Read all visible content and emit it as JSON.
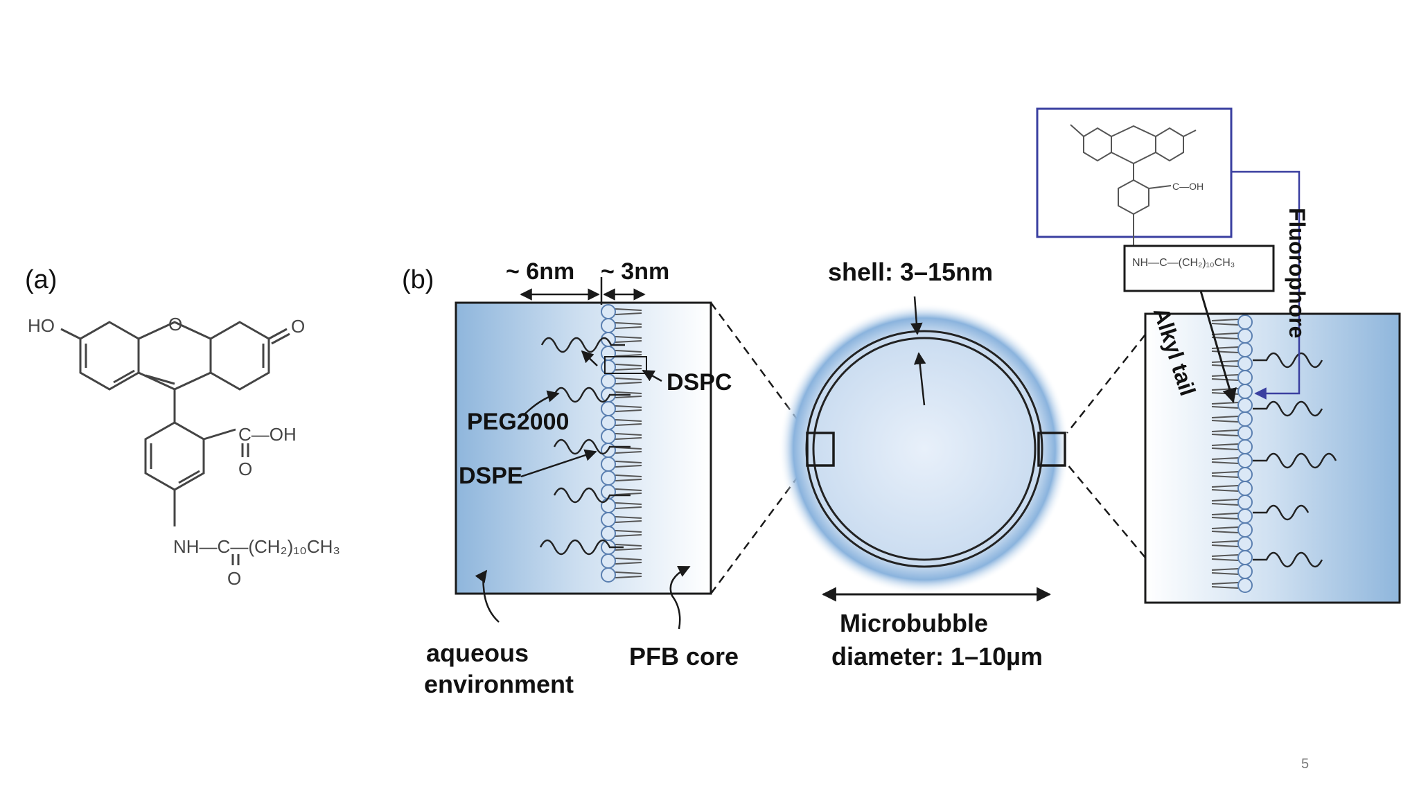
{
  "slide": {
    "page_number": "5"
  },
  "panel_a": {
    "tag": "(a)",
    "atoms": {
      "ho": "HO",
      "ring_o": "O",
      "keto_o": "O",
      "carbonyl": "C—OH",
      "carbonyl_o": "O",
      "amide": "NH—C—(CH₂)₁₀CH₃",
      "amide_o": "O"
    }
  },
  "panel_b": {
    "tag": "(b)",
    "dim_left": "~ 6nm",
    "dim_right": "~ 3nm",
    "dspc": "DSPC",
    "peg2000": "PEG2000",
    "dspe": "DSPE",
    "aqueous_line1": "aqueous",
    "aqueous_line2": "environment",
    "pfb_core": "PFB core",
    "shell": "shell: 3–15nm",
    "diameter_line1": "Microbubble",
    "diameter_line2": "diameter: 1–10µm",
    "fluorophore": "Fluorophore",
    "alkyl_tail": "Alkyl tail",
    "inset_amide": "NH—C—(CH₂)₁₀CH₃",
    "inset_carbonyl": "C—OH"
  },
  "colors": {
    "blue_gradient": "#8fb6dc",
    "lipid_head_fill": "#dbe8f6",
    "fluorophore_box": "#3a3fa0",
    "line": "#1a1a1a",
    "structure_gray": "#444444"
  }
}
